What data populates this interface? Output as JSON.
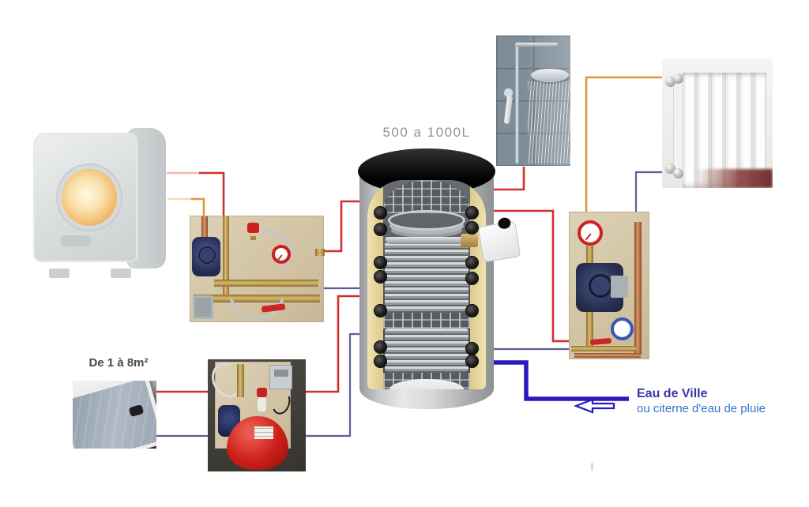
{
  "labels": {
    "tank_capacity": "500 a 1000L",
    "solar_collector_size": "De 1 à 8m²",
    "water_source_line1": "Eau de Ville",
    "water_source_line2": "ou citerne d'eau de pluie"
  },
  "colors": {
    "hot_line": "#d32e2e",
    "hot_line_faded": "#f2b9b2",
    "warm_line": "#e2953e",
    "warm_line_faded": "#f4dab0",
    "return_line": "#5d5d9e",
    "mains_line": "#2a1abe",
    "tank_label_text": "#909092",
    "solar_label_text": "#474747",
    "water_line1_text": "#3a35a8",
    "water_line2_text": "#2e75c6"
  },
  "components": [
    "wood-stove",
    "stove-loading-pump-group",
    "buffer-tank-cutaway",
    "electric-heater-element",
    "shower",
    "radiator",
    "heating-circuit-pump-group",
    "solar-collector",
    "solar-pump-station-with-expansion-vessel",
    "mains-water-arrow"
  ]
}
